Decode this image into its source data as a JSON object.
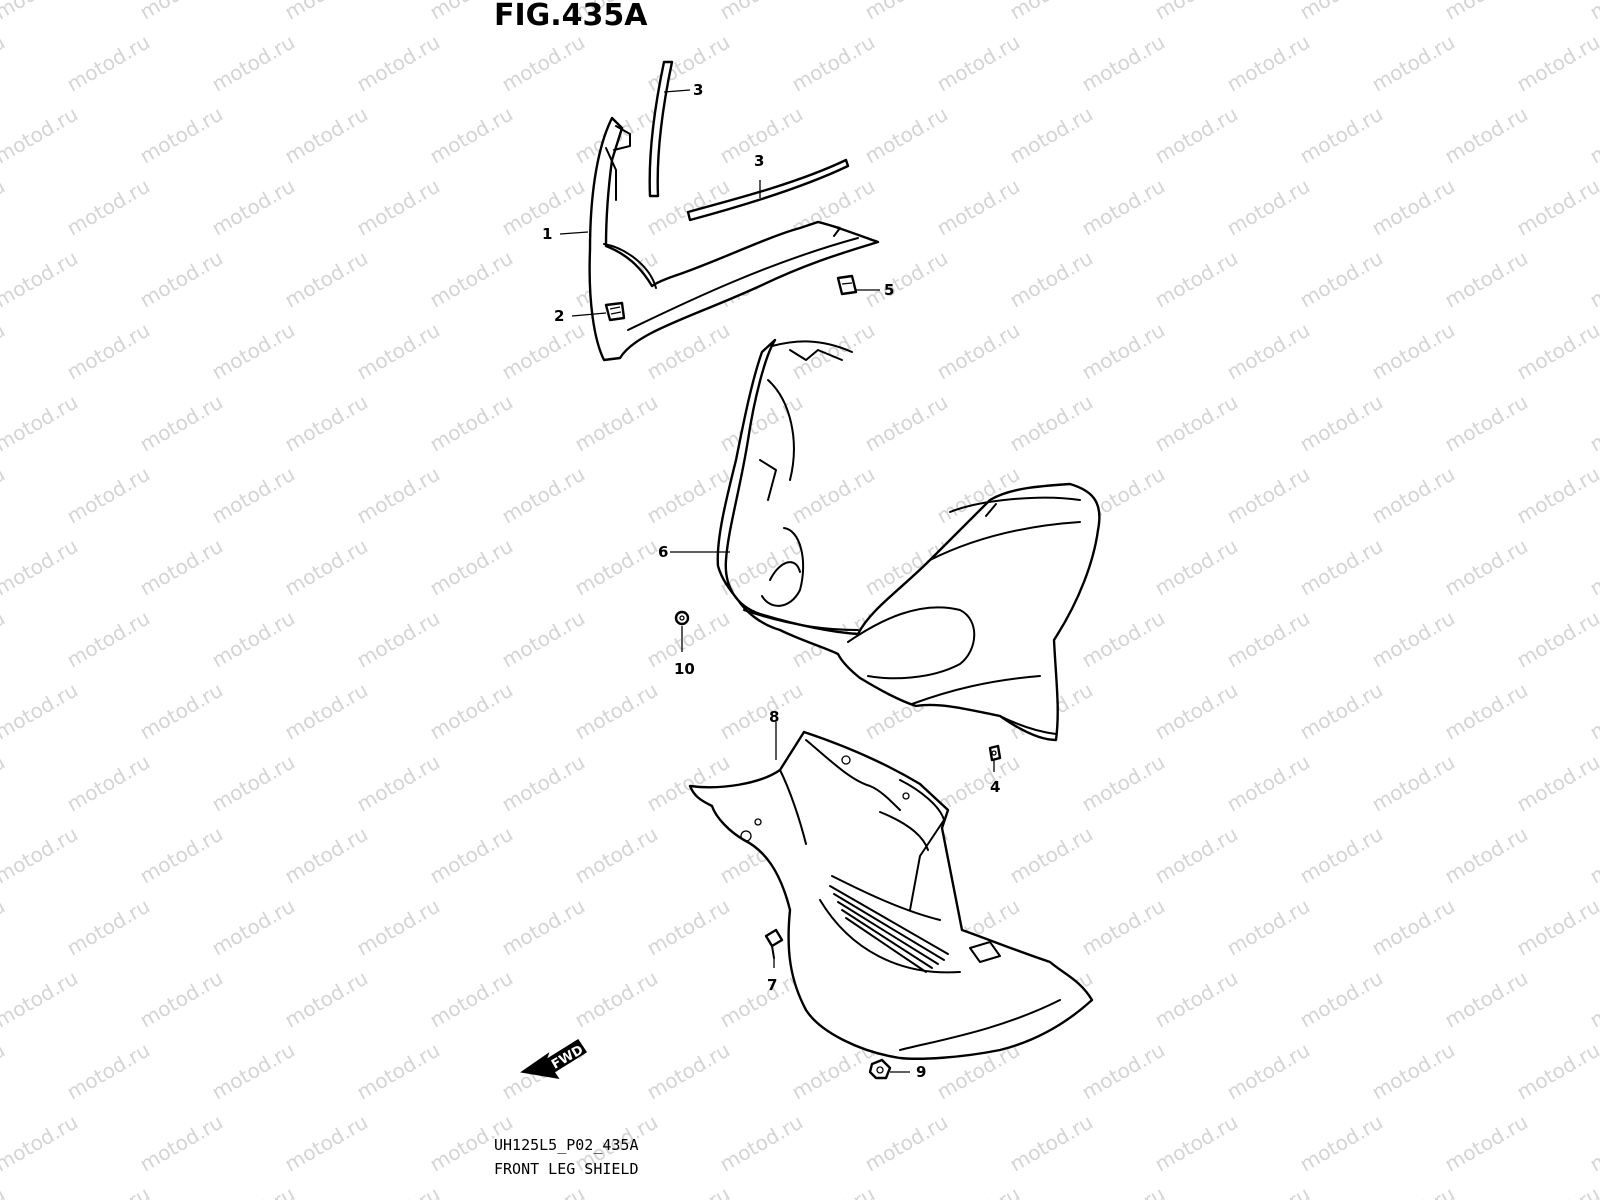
{
  "figure": {
    "title": "FIG.435A",
    "code": "UH125L5_P02_435A",
    "name": "FRONT LEG SHIELD"
  },
  "watermark_text": "motod.ru",
  "direction_label": "FWD",
  "callouts": [
    "1",
    "2",
    "3",
    "3",
    "5",
    "6",
    "10",
    "4",
    "8",
    "7",
    "9"
  ],
  "colors": {
    "line": "#000000",
    "watermark": "#d4d4d4",
    "background": "#ffffff"
  }
}
